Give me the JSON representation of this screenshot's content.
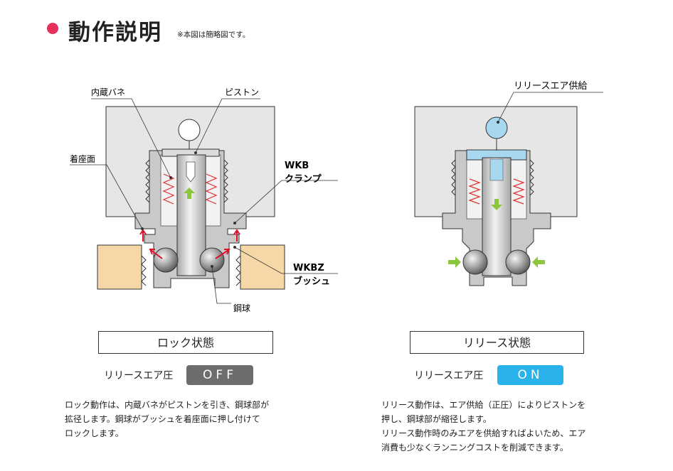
{
  "header": {
    "title": "動作説明",
    "note": "※本図は簡略図です。"
  },
  "colors": {
    "accent": "#e8315a",
    "off_badge": "#6d6d6d",
    "on_badge": "#29b3ea",
    "housing": "#e6e6e6",
    "metal": "#c9c9c9",
    "workpiece": "#f6d7a7",
    "spring": "#e03030",
    "arrow_green": "#8cc63e",
    "arrow_red": "#e0102a",
    "air": "#a8d8f0"
  },
  "left": {
    "labels": {
      "spring": "内蔵バネ",
      "piston": "ピストン",
      "seat": "着座面",
      "wkb_1": "WKB",
      "wkb_2": "クランプ",
      "wkbz_1": "WKBZ",
      "wkbz_2": "ブッシュ",
      "ball": "鋼球"
    },
    "state": "ロック状態",
    "pressure_label": "リリースエア圧",
    "pressure_value": "OFF",
    "description": [
      "ロック動作は、内蔵バネがピストンを引き、鋼球部が",
      "拡径します。鋼球がブッシュを着座面に押し付けて",
      "ロックします。"
    ]
  },
  "right": {
    "labels": {
      "air_supply": "リリースエア供給"
    },
    "state": "リリース状態",
    "pressure_label": "リリースエア圧",
    "pressure_value": "ON",
    "description": [
      "リリース動作は、エア供給（正圧）によりピストンを",
      "押し、鋼球部が縮径します。",
      "リリース動作時のみエアを供給すればよいため、エア",
      "消費も少なくランニングコストを削減できます。"
    ]
  }
}
